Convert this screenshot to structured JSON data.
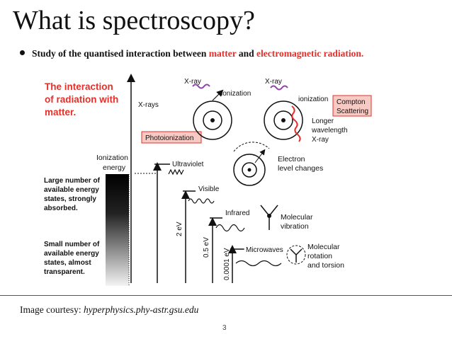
{
  "slide": {
    "title": "What is spectroscopy?",
    "bullet": {
      "part1": "Study of the quantised interaction between ",
      "matter": "matter",
      "part2": " and ",
      "em": "electromagnetic radiation."
    },
    "footer_prefix": "Image courtesy: ",
    "footer_source": "hyperphysics.phy-astr.gsu.edu",
    "page_number": "3"
  },
  "diagram": {
    "heading": [
      "The interaction",
      "of radiation with",
      "matter."
    ],
    "xrays_axis": "X-rays",
    "xray_label_1": "X-ray",
    "ionization_1": "ionization",
    "xray_label_2": "X-ray",
    "ionization_2": "ionization",
    "compton": [
      "Compton",
      "Scattering"
    ],
    "longer": [
      "Longer",
      "wavelength",
      "X-ray"
    ],
    "photoionization": "Photoionization",
    "ionization_energy": [
      "Ionization",
      "energy"
    ],
    "ultraviolet": "Ultraviolet",
    "electron_level": [
      "Electron",
      "level changes"
    ],
    "large_number": [
      "Large number of",
      "available energy",
      "states, strongly",
      "absorbed."
    ],
    "small_number": [
      "Small number of",
      "available energy",
      "states, almost",
      "transparent."
    ],
    "visible": "Visible",
    "infrared": "Infrared",
    "molecular_vibration": [
      "Molecular",
      "vibration"
    ],
    "microwaves": "Microwaves",
    "molecular_rotation": [
      "Molecular",
      "rotation",
      "and torsion"
    ],
    "ev_2": "2 eV",
    "ev_05": "0.5 eV",
    "ev_0001": "0.0001 eV",
    "colors": {
      "red": "#e3302b",
      "purple": "#8e44ad",
      "compton_box": "#f9c9c4"
    }
  }
}
